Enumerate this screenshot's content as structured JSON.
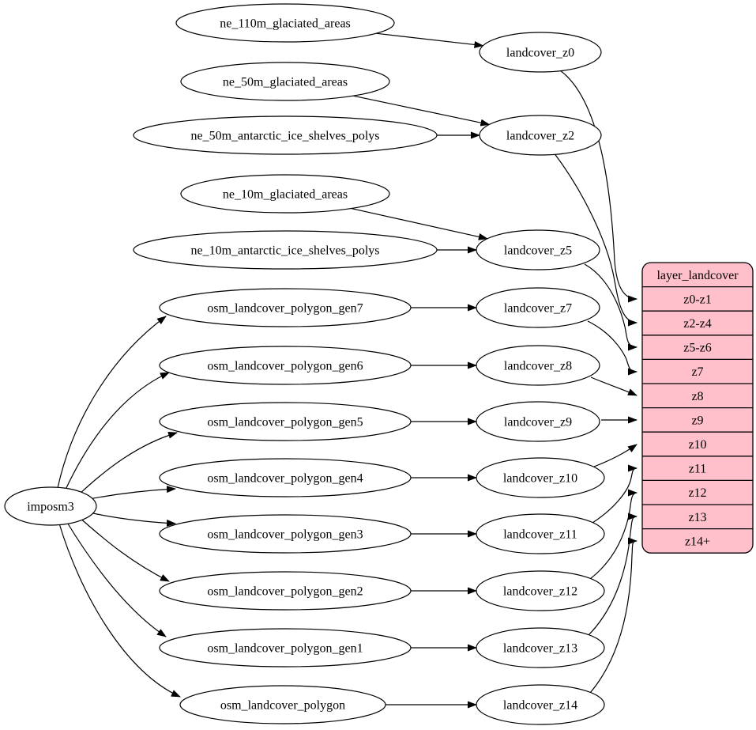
{
  "diagram": {
    "background_color": "#ffffff",
    "node_fill_color": "#ffffff",
    "stroke_color": "#000000",
    "nodes": [
      {
        "id": "imposm3",
        "label": "imposm3"
      },
      {
        "id": "ne_110m_glaciated_areas",
        "label": "ne_110m_glaciated_areas"
      },
      {
        "id": "ne_50m_glaciated_areas",
        "label": "ne_50m_glaciated_areas"
      },
      {
        "id": "ne_50m_antarctic_ice_shelves_polys",
        "label": "ne_50m_antarctic_ice_shelves_polys"
      },
      {
        "id": "ne_10m_glaciated_areas",
        "label": "ne_10m_glaciated_areas"
      },
      {
        "id": "ne_10m_antarctic_ice_shelves_polys",
        "label": "ne_10m_antarctic_ice_shelves_polys"
      },
      {
        "id": "osm_landcover_polygon_gen7",
        "label": "osm_landcover_polygon_gen7"
      },
      {
        "id": "osm_landcover_polygon_gen6",
        "label": "osm_landcover_polygon_gen6"
      },
      {
        "id": "osm_landcover_polygon_gen5",
        "label": "osm_landcover_polygon_gen5"
      },
      {
        "id": "osm_landcover_polygon_gen4",
        "label": "osm_landcover_polygon_gen4"
      },
      {
        "id": "osm_landcover_polygon_gen3",
        "label": "osm_landcover_polygon_gen3"
      },
      {
        "id": "osm_landcover_polygon_gen2",
        "label": "osm_landcover_polygon_gen2"
      },
      {
        "id": "osm_landcover_polygon_gen1",
        "label": "osm_landcover_polygon_gen1"
      },
      {
        "id": "osm_landcover_polygon",
        "label": "osm_landcover_polygon"
      },
      {
        "id": "landcover_z0",
        "label": "landcover_z0"
      },
      {
        "id": "landcover_z2",
        "label": "landcover_z2"
      },
      {
        "id": "landcover_z5",
        "label": "landcover_z5"
      },
      {
        "id": "landcover_z7",
        "label": "landcover_z7"
      },
      {
        "id": "landcover_z8",
        "label": "landcover_z8"
      },
      {
        "id": "landcover_z9",
        "label": "landcover_z9"
      },
      {
        "id": "landcover_z10",
        "label": "landcover_z10"
      },
      {
        "id": "landcover_z11",
        "label": "landcover_z11"
      },
      {
        "id": "landcover_z12",
        "label": "landcover_z12"
      },
      {
        "id": "landcover_z13",
        "label": "landcover_z13"
      },
      {
        "id": "landcover_z14",
        "label": "landcover_z14"
      }
    ],
    "table": {
      "id": "layer_landcover",
      "title": "layer_landcover",
      "fill_color": "#ffc0cb",
      "rows": [
        "z0-z1",
        "z2-z4",
        "z5-z6",
        "z7",
        "z8",
        "z9",
        "z10",
        "z11",
        "z12",
        "z13",
        "z14+"
      ]
    },
    "edges": [
      {
        "from": "ne_110m_glaciated_areas",
        "to": "landcover_z0"
      },
      {
        "from": "ne_50m_glaciated_areas",
        "to": "landcover_z2"
      },
      {
        "from": "ne_50m_antarctic_ice_shelves_polys",
        "to": "landcover_z2"
      },
      {
        "from": "ne_10m_glaciated_areas",
        "to": "landcover_z5"
      },
      {
        "from": "ne_10m_antarctic_ice_shelves_polys",
        "to": "landcover_z5"
      },
      {
        "from": "imposm3",
        "to": "osm_landcover_polygon_gen7"
      },
      {
        "from": "imposm3",
        "to": "osm_landcover_polygon_gen6"
      },
      {
        "from": "imposm3",
        "to": "osm_landcover_polygon_gen5"
      },
      {
        "from": "imposm3",
        "to": "osm_landcover_polygon_gen4"
      },
      {
        "from": "imposm3",
        "to": "osm_landcover_polygon_gen3"
      },
      {
        "from": "imposm3",
        "to": "osm_landcover_polygon_gen2"
      },
      {
        "from": "imposm3",
        "to": "osm_landcover_polygon_gen1"
      },
      {
        "from": "imposm3",
        "to": "osm_landcover_polygon"
      },
      {
        "from": "osm_landcover_polygon_gen7",
        "to": "landcover_z7"
      },
      {
        "from": "osm_landcover_polygon_gen6",
        "to": "landcover_z8"
      },
      {
        "from": "osm_landcover_polygon_gen5",
        "to": "landcover_z9"
      },
      {
        "from": "osm_landcover_polygon_gen4",
        "to": "landcover_z10"
      },
      {
        "from": "osm_landcover_polygon_gen3",
        "to": "landcover_z11"
      },
      {
        "from": "osm_landcover_polygon_gen2",
        "to": "landcover_z12"
      },
      {
        "from": "osm_landcover_polygon_gen1",
        "to": "landcover_z13"
      },
      {
        "from": "osm_landcover_polygon",
        "to": "landcover_z14"
      },
      {
        "from": "landcover_z0",
        "to": "layer_landcover.z0-z1"
      },
      {
        "from": "landcover_z2",
        "to": "layer_landcover.z2-z4"
      },
      {
        "from": "landcover_z5",
        "to": "layer_landcover.z5-z6"
      },
      {
        "from": "landcover_z7",
        "to": "layer_landcover.z7"
      },
      {
        "from": "landcover_z8",
        "to": "layer_landcover.z8"
      },
      {
        "from": "landcover_z9",
        "to": "layer_landcover.z9"
      },
      {
        "from": "landcover_z10",
        "to": "layer_landcover.z10"
      },
      {
        "from": "landcover_z11",
        "to": "layer_landcover.z11"
      },
      {
        "from": "landcover_z12",
        "to": "layer_landcover.z12"
      },
      {
        "from": "landcover_z13",
        "to": "layer_landcover.z13"
      },
      {
        "from": "landcover_z14",
        "to": "layer_landcover.z14+"
      }
    ]
  }
}
